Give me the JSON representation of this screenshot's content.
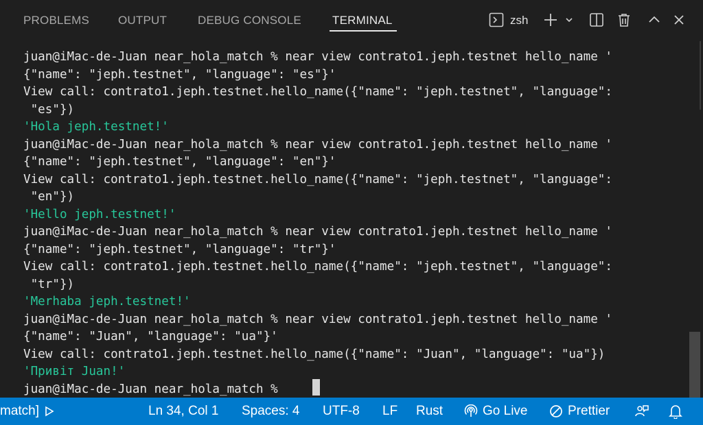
{
  "panel": {
    "tabs": [
      {
        "label": "PROBLEMS"
      },
      {
        "label": "OUTPUT"
      },
      {
        "label": "DEBUG CONSOLE"
      },
      {
        "label": "TERMINAL"
      }
    ],
    "shell": "zsh"
  },
  "terminal": {
    "lines": [
      {
        "text": "juan@iMac-de-Juan near_hola_match % near view contrato1.jeph.testnet hello_name '",
        "kind": "cmd"
      },
      {
        "text": "{\"name\": \"jeph.testnet\", \"language\": \"es\"}'",
        "kind": "cmd"
      },
      {
        "text": "View call: contrato1.jeph.testnet.hello_name({\"name\": \"jeph.testnet\", \"language\":",
        "kind": "cmd"
      },
      {
        "text": " \"es\"})",
        "kind": "cmd"
      },
      {
        "text": "'Hola jeph.testnet!'",
        "kind": "out"
      },
      {
        "text": "juan@iMac-de-Juan near_hola_match % near view contrato1.jeph.testnet hello_name '",
        "kind": "cmd"
      },
      {
        "text": "{\"name\": \"jeph.testnet\", \"language\": \"en\"}'",
        "kind": "cmd"
      },
      {
        "text": "View call: contrato1.jeph.testnet.hello_name({\"name\": \"jeph.testnet\", \"language\":",
        "kind": "cmd"
      },
      {
        "text": " \"en\"})",
        "kind": "cmd"
      },
      {
        "text": "'Hello jeph.testnet!'",
        "kind": "out"
      },
      {
        "text": "juan@iMac-de-Juan near_hola_match % near view contrato1.jeph.testnet hello_name '",
        "kind": "cmd"
      },
      {
        "text": "{\"name\": \"jeph.testnet\", \"language\": \"tr\"}'",
        "kind": "cmd"
      },
      {
        "text": "View call: contrato1.jeph.testnet.hello_name({\"name\": \"jeph.testnet\", \"language\":",
        "kind": "cmd"
      },
      {
        "text": " \"tr\"})",
        "kind": "cmd"
      },
      {
        "text": "'Merhaba jeph.testnet!'",
        "kind": "out"
      },
      {
        "text": "juan@iMac-de-Juan near_hola_match % near view contrato1.jeph.testnet hello_name '",
        "kind": "cmd"
      },
      {
        "text": "{\"name\": \"Juan\", \"language\": \"ua\"}'",
        "kind": "cmd"
      },
      {
        "text": "View call: contrato1.jeph.testnet.hello_name({\"name\": \"Juan\", \"language\": \"ua\"})",
        "kind": "cmd"
      },
      {
        "text": "'Привіт Juan!'",
        "kind": "out"
      },
      {
        "text": "juan@iMac-de-Juan near_hola_match % ",
        "kind": "cmd"
      }
    ]
  },
  "statusbar": {
    "task": "match]",
    "position": "Ln 34, Col 1",
    "spaces": "Spaces: 4",
    "encoding": "UTF-8",
    "eol": "LF",
    "language": "Rust",
    "go_live": "Go Live",
    "prettier": "Prettier"
  },
  "colors": {
    "terminal_bg": "#1f1f1f",
    "terminal_fg": "#e6e6e6",
    "output_green": "#28c79a",
    "statusbar_bg": "#007acc"
  }
}
